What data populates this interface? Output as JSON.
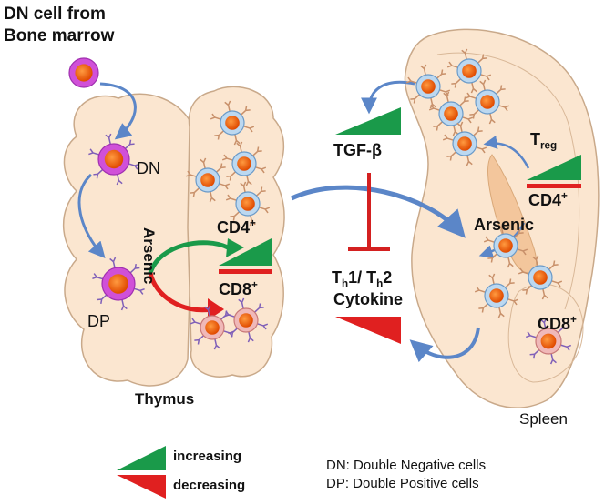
{
  "source": {
    "line1": "DN cell from",
    "line2": "Bone marrow"
  },
  "organs": {
    "thymus": "Thymus",
    "spleen": "Spleen"
  },
  "cells": {
    "dn": "DN",
    "dp": "DP",
    "treg_base": "T",
    "treg_sub": "reg"
  },
  "markers": {
    "cd4_thymus_base": "CD4",
    "cd8_thymus_base": "CD8",
    "cd4_spleen_base": "CD4",
    "cd8_spleen_base": "CD8",
    "sup": "+"
  },
  "agents": {
    "arsenic_thymus": "Arsenic",
    "arsenic_spleen": "Arsenic",
    "tgf": "TGF-β",
    "th_a": "T",
    "th_a_sub": "h",
    "th_mid": "1/ T",
    "th_b_sub": "h",
    "th_end": "2",
    "cytokine": "Cytokine"
  },
  "legend": {
    "increasing": "increasing",
    "decreasing": "decreasing"
  },
  "definitions": {
    "dn": "DN: Double Negative cells",
    "dp": "DP: Double Positive cells"
  },
  "colors": {
    "organ_fill": "#fbe6d0",
    "organ_stroke": "#c9a98a",
    "increase": "#1a9a4a",
    "decrease": "#e02020",
    "arrow_blue": "#5b86c8",
    "inhibit_red": "#d42020",
    "cell_blue": "#bcd8f0",
    "cell_pink": "#f0b8b8",
    "cell_magenta": "#d050d8",
    "nucleus": "#f06010"
  }
}
